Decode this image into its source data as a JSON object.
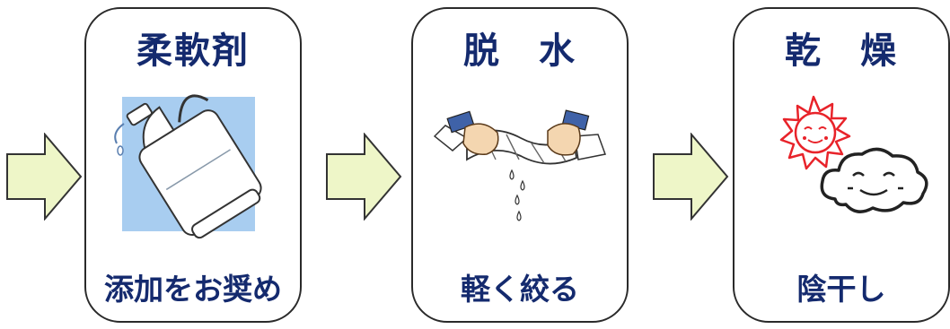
{
  "steps": [
    {
      "title": "柔軟剤",
      "caption": "添加をお奨め",
      "icon": "fabric-softener-bottle-icon"
    },
    {
      "title": "脱　水",
      "caption": "軽く絞る",
      "icon": "wringing-towel-icon"
    },
    {
      "title": "乾　燥",
      "caption": "陰干し",
      "icon": "sun-and-cloud-icon"
    }
  ],
  "colors": {
    "text": "#142a6e",
    "arrow_fill": "#eef6c8",
    "border": "#2a2a2a",
    "sun": "#e8232a",
    "bottle_bg": "#a8cdf0"
  }
}
